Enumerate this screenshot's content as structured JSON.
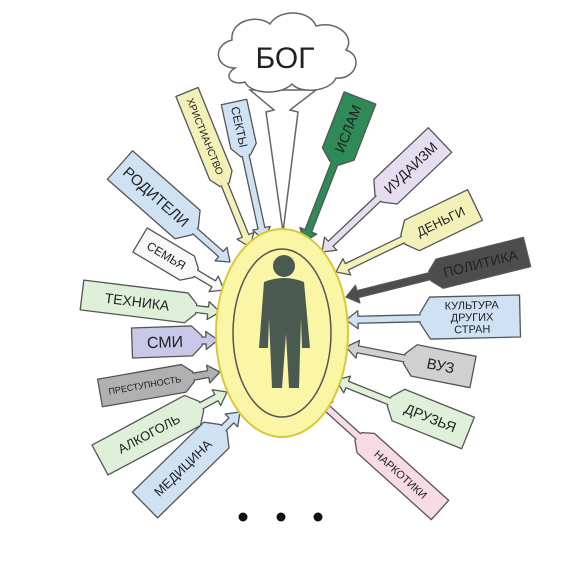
{
  "center": {
    "god_label": "БОГ",
    "person_icon": "person-silhouette-icon"
  },
  "influences": [
    {
      "id": "hristianstvo",
      "label": "ХРИСТИАНСТВО",
      "color": "#f4f1b8"
    },
    {
      "id": "sekty",
      "label": "СЕКТЫ",
      "color": "#cfe2f3"
    },
    {
      "id": "islam",
      "label": "ИСЛАМ",
      "color": "#2e8b57"
    },
    {
      "id": "iudaizm",
      "label": "ИУДАИЗМ",
      "color": "#e6ddf0"
    },
    {
      "id": "dengi",
      "label": "ДЕНЬГИ",
      "color": "#f4f1b8"
    },
    {
      "id": "politika",
      "label": "ПОЛИТИКА",
      "color": "#4d4d4d"
    },
    {
      "id": "kultura",
      "label": "КУЛЬТУРА ДРУГИХ СТРАН",
      "lines": [
        "КУЛЬТУРА",
        "ДРУГИХ",
        "СТРАН"
      ],
      "color": "#cfe2f3"
    },
    {
      "id": "vuz",
      "label": "ВУЗ",
      "color": "#d0d0d0"
    },
    {
      "id": "druzya",
      "label": "ДРУЗЬЯ",
      "color": "#dff0d8"
    },
    {
      "id": "narkotiki",
      "label": "НАРКОТИКИ",
      "color": "#f8dbe6"
    },
    {
      "id": "roditeli",
      "label": "РОДИТЕЛИ",
      "color": "#cfe2f3"
    },
    {
      "id": "semya",
      "label": "СЕМЬЯ",
      "color": "#f8f8f8"
    },
    {
      "id": "tehnika",
      "label": "ТЕХНИКА",
      "color": "#dff0d8"
    },
    {
      "id": "smi",
      "label": "СМИ",
      "color": "#c8c8e8"
    },
    {
      "id": "prestupnost",
      "label": "ПРЕСТУПНОСТЬ",
      "color": "#b0b0b0"
    },
    {
      "id": "alkogol",
      "label": "АЛКОГОЛЬ",
      "color": "#dff0d8"
    },
    {
      "id": "medicina",
      "label": "МЕДИЦИНА",
      "color": "#cfe2f3"
    }
  ],
  "colors": {
    "halo": "#fbf6a6",
    "halo_stroke": "#d9c83a",
    "person": "#4a5a50",
    "stroke": "#555555"
  }
}
